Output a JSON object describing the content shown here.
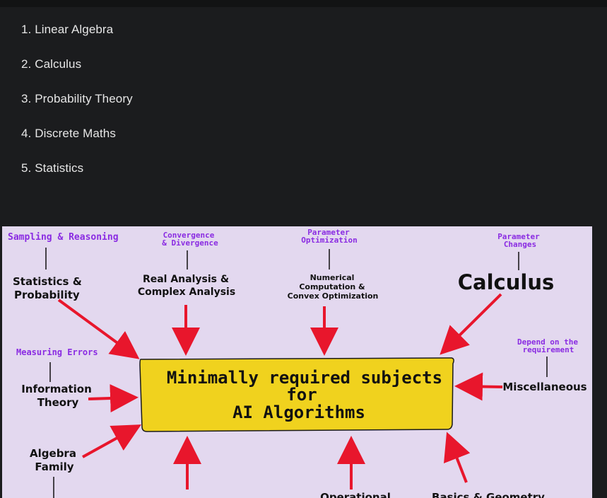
{
  "list": {
    "items": [
      "1. Linear Algebra",
      "2. Calculus",
      "3. Probability Theory",
      "4. Discrete Maths",
      "5. Statistics"
    ]
  },
  "diagram": {
    "center": {
      "line1": "Minimally required subjects",
      "line2": "for",
      "line3": "AI Algorithms"
    },
    "nodes": {
      "stats": {
        "purpose": "Sampling & Reasoning",
        "line1": "Statistics &",
        "line2": "Probability"
      },
      "real": {
        "purpose1": "Convergence",
        "purpose2": "& Divergence",
        "line1": "Real Analysis &",
        "line2": "Complex Analysis"
      },
      "numerical": {
        "purpose1": "Parameter",
        "purpose2": "Optimization",
        "line1": "Numerical",
        "line2": "Computation &",
        "line3": "Convex Optimization"
      },
      "calculus": {
        "purpose1": "Parameter",
        "purpose2": "Changes",
        "label": "Calculus"
      },
      "info": {
        "purpose": "Measuring Errors",
        "line1": "Information",
        "line2": "Theory"
      },
      "misc": {
        "purpose1": "Depend on the",
        "purpose2": "requirement",
        "label": "Miscellaneous"
      },
      "algebra": {
        "line1": "Algebra",
        "line2": "Family"
      },
      "bottom_partial_1": "Operational",
      "bottom_partial_2": "Basics & Geometry"
    },
    "colors": {
      "background": "#e3d8ef",
      "center_fill": "#f0d21e",
      "arrow": "#e8162c",
      "purpose_text": "#8a2be2"
    }
  }
}
